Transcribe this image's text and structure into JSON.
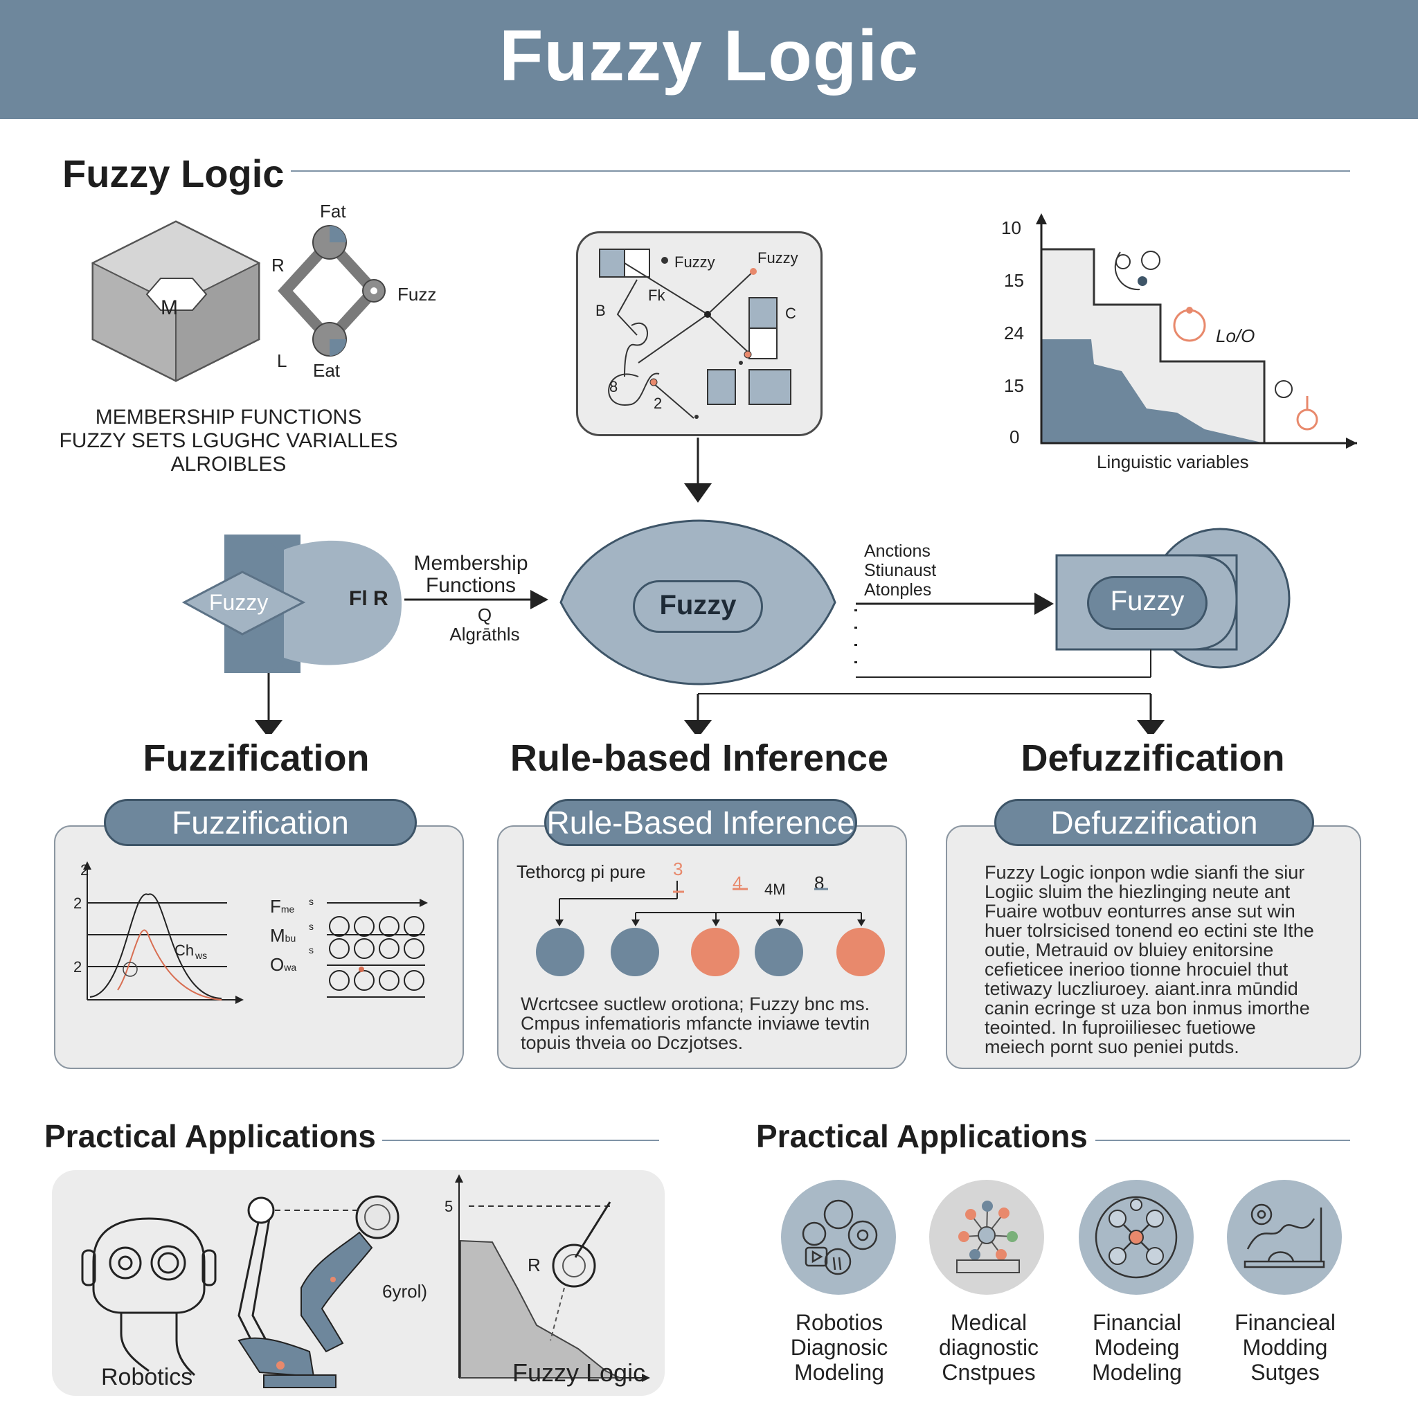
{
  "header": {
    "title": "Fuzzy Logic"
  },
  "intro": {
    "title": "Fuzzy Logic",
    "hexagon": {
      "center_label": "M"
    },
    "diamond_labels": {
      "top": "Fat",
      "left": "R",
      "right": "Fuzz",
      "bottom": "Eat",
      "bottom_left": "L"
    },
    "caption_lines": [
      "MEMBERSHIP FUNCTIONS",
      "FUZZY SETS LGUGHC VARIALLES",
      "ALROIBLES"
    ],
    "network": {
      "labels": [
        "Fuzzy",
        "Fuzzy",
        "Fk",
        "B",
        "C",
        "8",
        "2"
      ]
    },
    "step_chart": {
      "y_ticks": [
        "10",
        "15",
        "24",
        "15",
        "0"
      ],
      "annotation": "Lo/O",
      "xlabel": "Linguistic variables"
    }
  },
  "flow": {
    "left_node": {
      "label": "Fuzzy",
      "side": "Fl R"
    },
    "membership_label_lines": [
      "Membership",
      "Functions"
    ],
    "algorithms_lines": [
      "Q",
      "Algrāthls"
    ],
    "center_node": {
      "label": "Fuzzy"
    },
    "actions_lines": [
      "Anctions",
      "Stiunaust",
      "Atonples"
    ],
    "right_node": {
      "label": "Fuzzy"
    }
  },
  "stages": [
    {
      "title": "Fuzzification",
      "pill": "Fuzzification"
    },
    {
      "title": "Rule-based Inference",
      "pill": "Rule-Based Inference"
    },
    {
      "title": "Defuzzification",
      "pill": "Defuzzification"
    }
  ],
  "fuzzification_panel": {
    "y_labels": [
      "2",
      "2",
      "2"
    ],
    "curve_label": "Ch",
    "curve_sub": "ws",
    "rows": [
      {
        "label": "F",
        "sub": "me",
        "mark": "s"
      },
      {
        "label": "M",
        "sub": "bu",
        "mark": "s"
      },
      {
        "label": "O",
        "sub": "wa",
        "mark": "s"
      }
    ]
  },
  "inference_panel": {
    "heading": "Tethorcg pi pure",
    "numbers": [
      "3",
      "4",
      "4M",
      "8"
    ],
    "paragraph_lines": [
      "Wcrtcsee suctlew orotiona; Fuzzy bnc ms.",
      "Cmpus infematioris mfancte inviawe tevtin",
      "topuis thveia oo Dczjotses."
    ],
    "node_colors": [
      "#6e879c",
      "#6e879c",
      "#e8896c",
      "#6e879c",
      "#e8896c"
    ]
  },
  "defuzzification_panel": {
    "paragraph_lines": [
      "Fuzzy Logic ionpon wdie sianfi the siur",
      "Logiic sluim the hiezlinging neute ant",
      "Fuaire wotbuv eonturres anse sut win",
      "huer tolrsicised tonend eo ectini ste Ithe",
      "outie, Metrauid ov bluiey enitorsine",
      "cefieticee inerioo tionne hrocuiel thut",
      "tetiwazy luczliuroey. aiant.inra mūndid",
      "canin ecringe st uza bon inmus imorthe",
      "teointed. In fuproiiliesec fuetiowe",
      "meiech pornt suo peniei putds."
    ]
  },
  "applications_left": {
    "title": "Practical Applications",
    "labels": {
      "robot": "Robotics",
      "arm": "6yrol)",
      "chart_y": "5",
      "chart_r": "R",
      "chart_caption": "Fuzzy Logic"
    }
  },
  "applications_right": {
    "title": "Practical Applications",
    "items": [
      {
        "lines": [
          "Robotios",
          "Diagnosic",
          "Modeling"
        ],
        "icon": "robotics-icon",
        "bg": "#a9b9c6"
      },
      {
        "lines": [
          "Medical",
          "diagnostic",
          "Cnstpues"
        ],
        "icon": "medical-network-icon",
        "bg": "#d6d6d6"
      },
      {
        "lines": [
          "Financial",
          "Modeing",
          "Modeling"
        ],
        "icon": "financial-network-icon",
        "bg": "#a9b9c6"
      },
      {
        "lines": [
          "Financieal",
          "Modding",
          "Sutges"
        ],
        "icon": "financial-chart-icon",
        "bg": "#a9b9c6"
      }
    ]
  },
  "colors": {
    "banner": "#6e879c",
    "slate": "#6e879c",
    "light_slate": "#a3b4c3",
    "accent": "#e8896c",
    "panel": "#ececec"
  }
}
